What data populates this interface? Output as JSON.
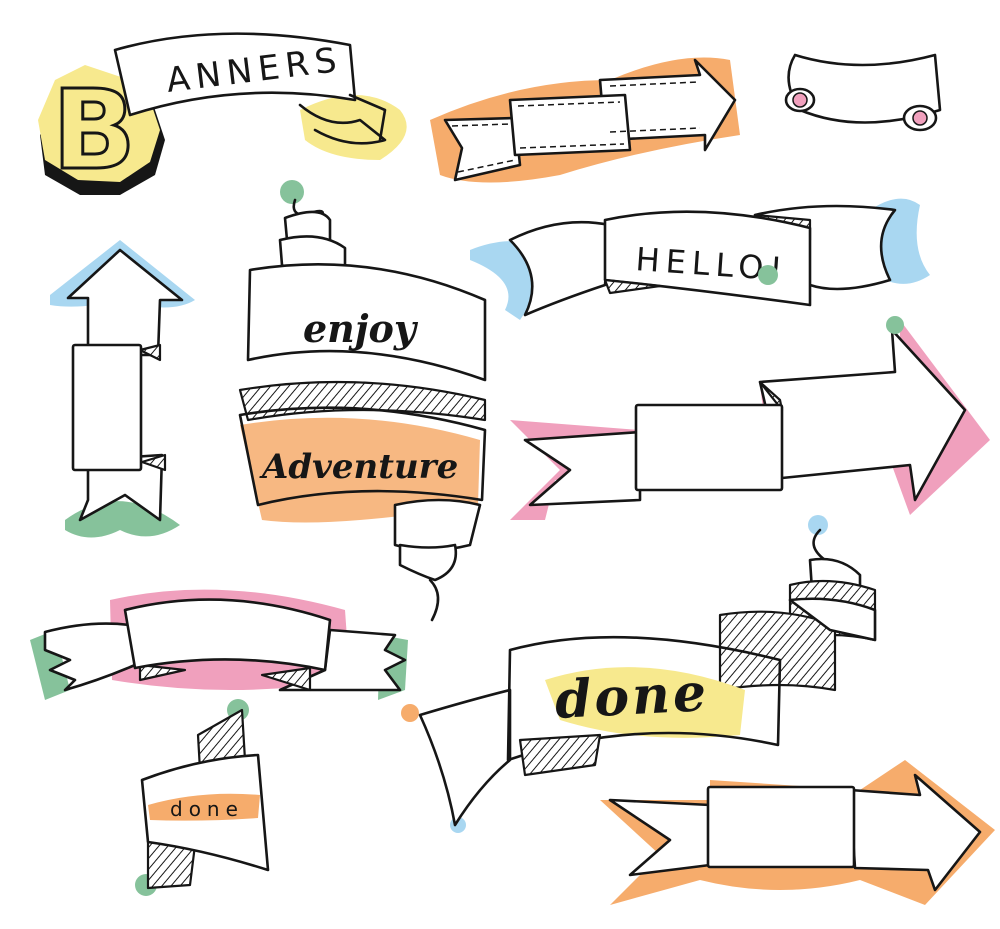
{
  "title": {
    "initial": "B",
    "rest": "ANNERS"
  },
  "labels": {
    "hello": "HELLO!",
    "enjoy": "enjoy",
    "adventure": "Adventure",
    "done_large": "done",
    "done_small": "done"
  },
  "colors": {
    "yellow": "#f7e98e",
    "orange": "#f6ac6c",
    "blue": "#a9d7f1",
    "green": "#86c29b",
    "pink": "#f0a0bd",
    "ink": "#161616"
  }
}
